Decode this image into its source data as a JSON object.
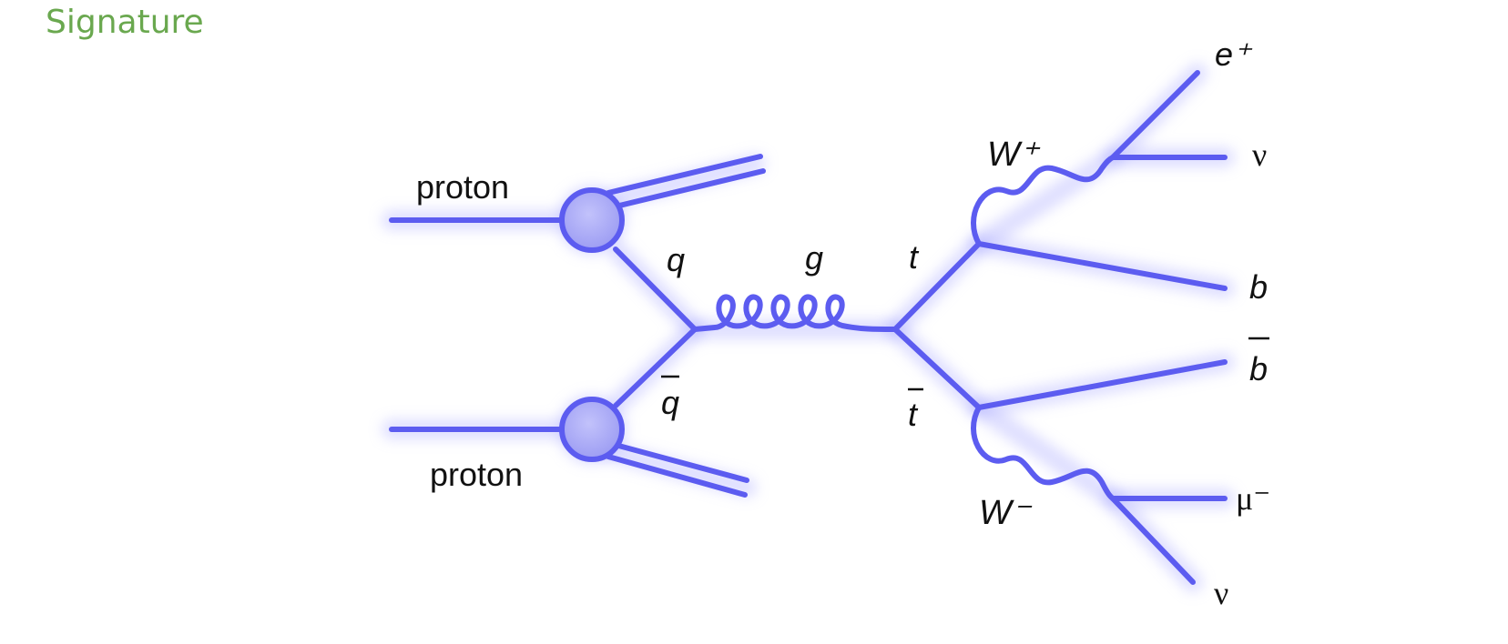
{
  "heading": "Signature",
  "labels": {
    "proton_top": "proton",
    "proton_bottom": "proton",
    "quark": "q",
    "antiquark": "q",
    "gluon": "g",
    "top": "t",
    "antitop": "t",
    "w_plus": "W⁺",
    "w_minus": "W⁻",
    "positron": "e⁺",
    "neutrino_upper": "ν",
    "b_quark": "b",
    "b_bar": "b",
    "muon": "μ⁻",
    "neutrino_lower": "ν"
  },
  "colors": {
    "line": "#5c5cf0",
    "glow": "#b9b9ff",
    "blob_fill": "#a9a9f6",
    "heading": "#6aa84f"
  }
}
